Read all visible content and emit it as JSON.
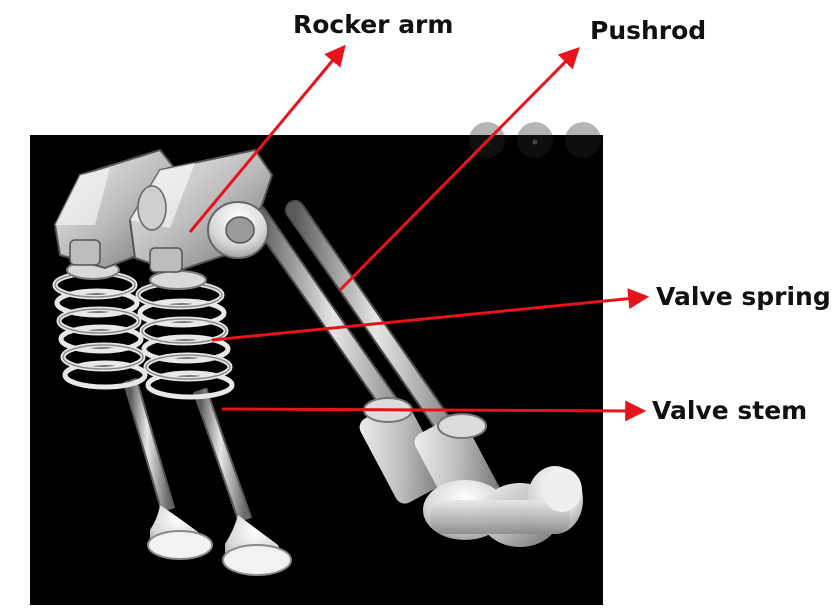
{
  "labels": {
    "rocker_arm": "Rocker arm",
    "pushrod": "Pushrod",
    "valve_spring": "Valve spring",
    "valve_stem": "Valve stem"
  },
  "colors": {
    "arrow": "#e8121a",
    "background_photo": "#000000",
    "metal": "#cfcfcf"
  }
}
